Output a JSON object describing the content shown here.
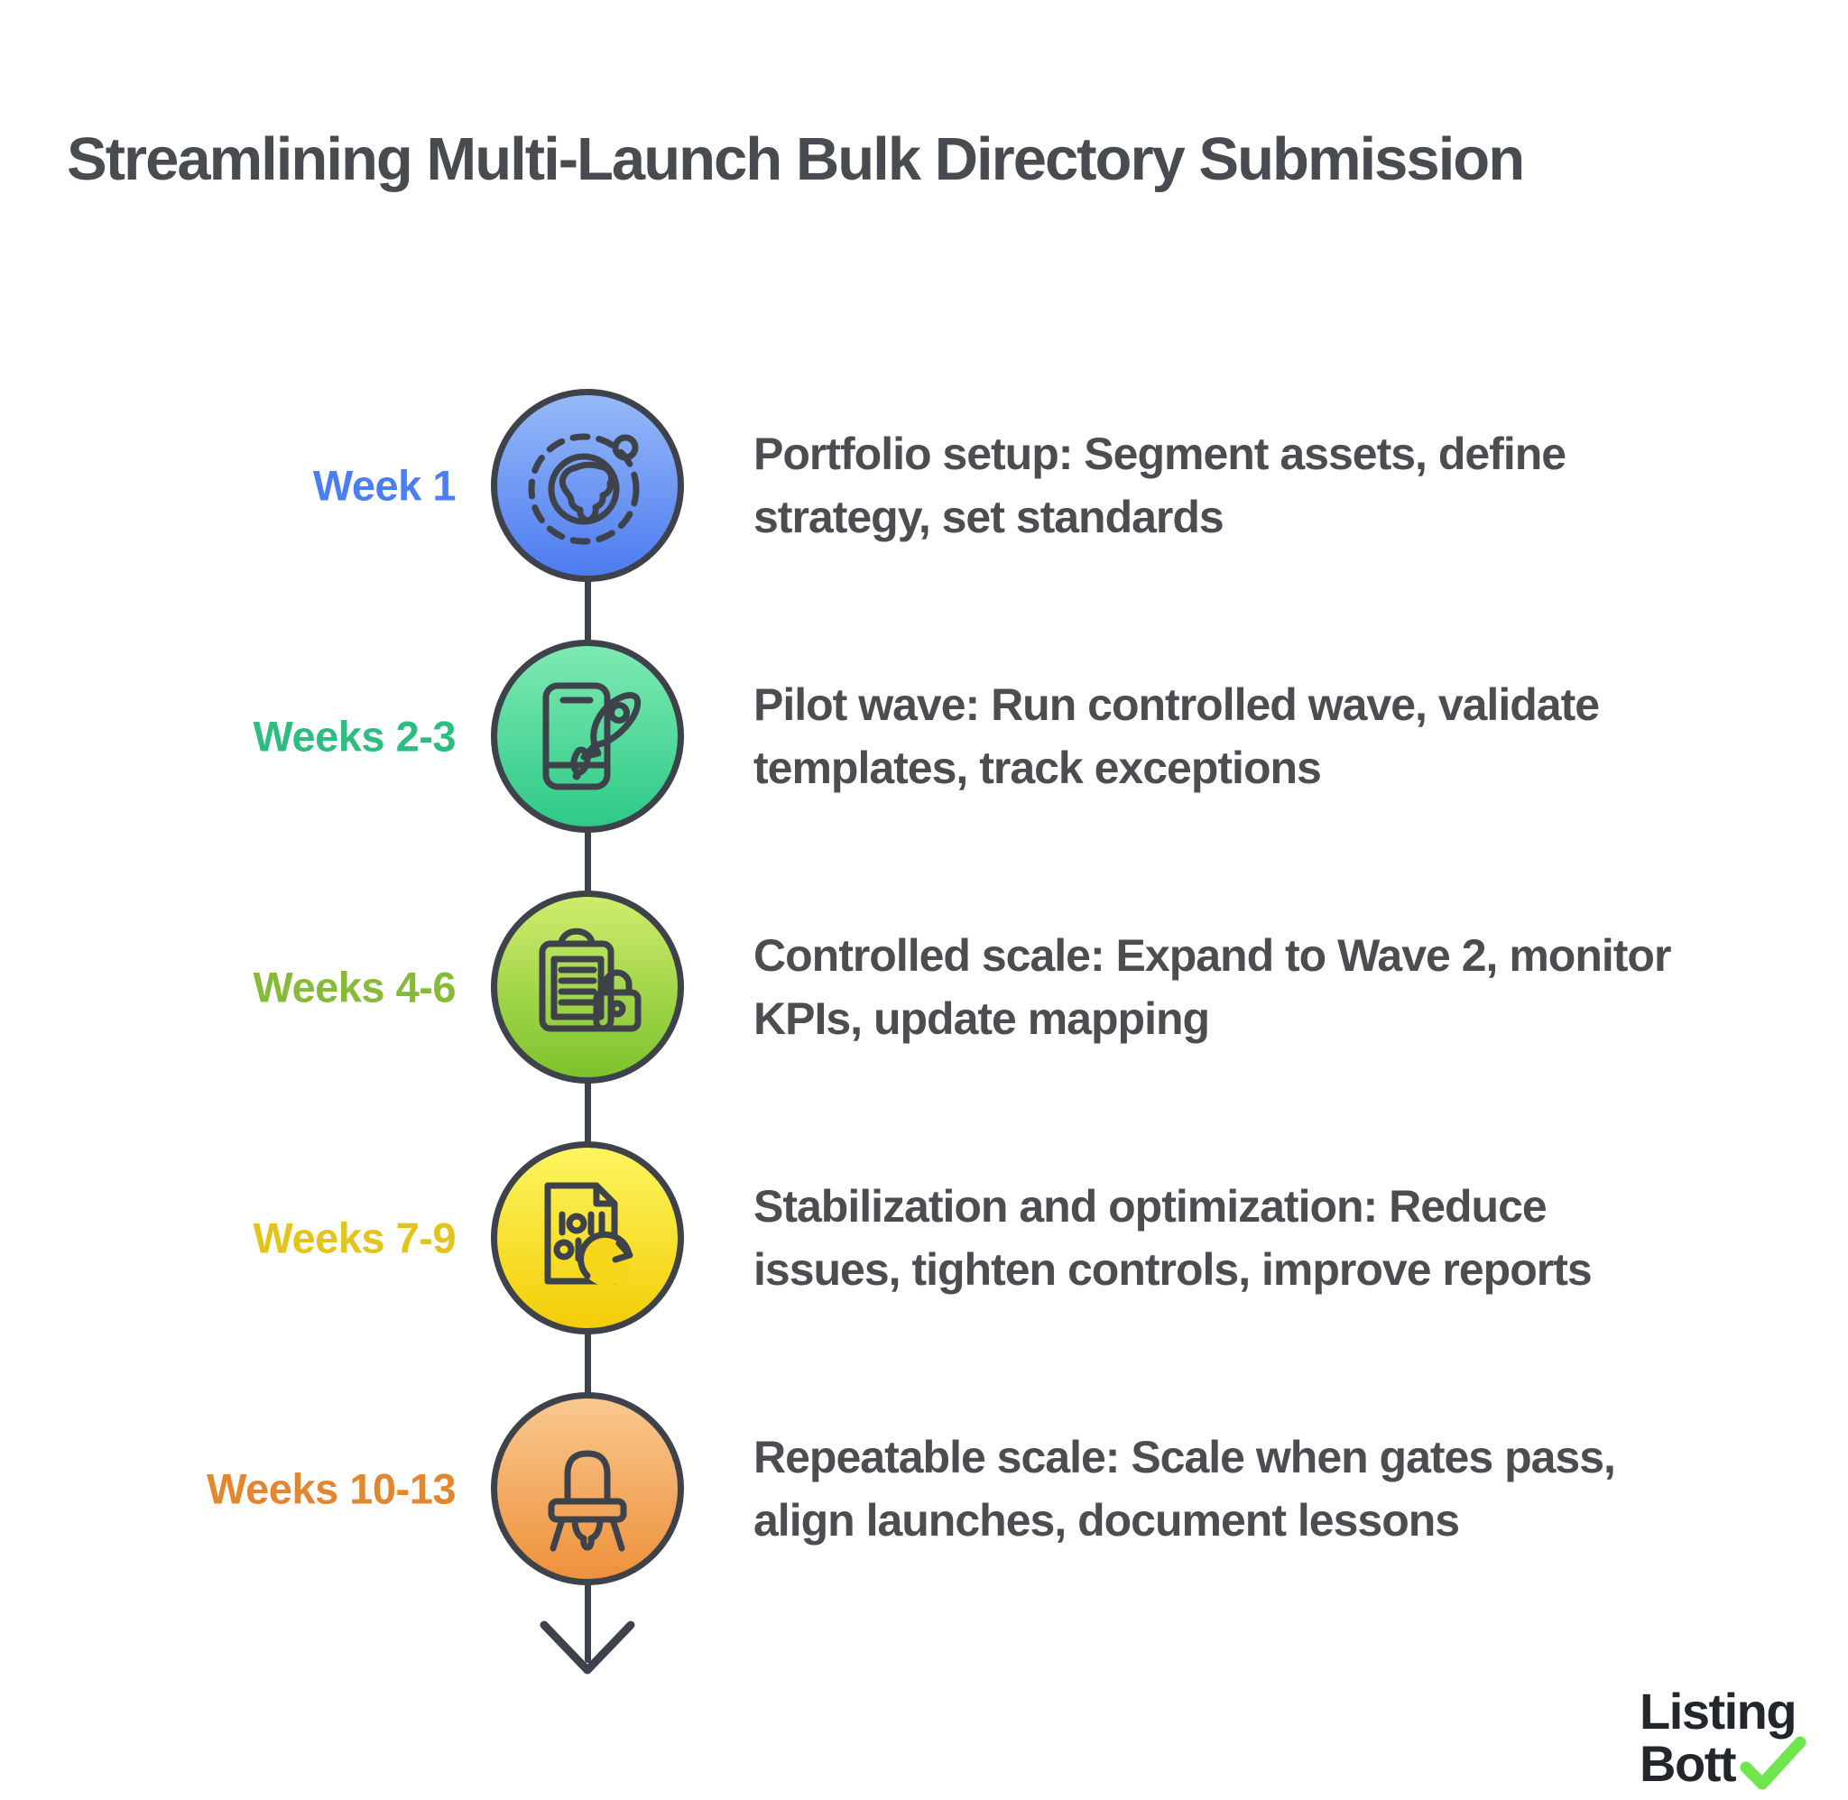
{
  "title": "Streamlining Multi-Launch Bulk Directory Submission",
  "steps": [
    {
      "label": "Week 1",
      "description": "Portfolio setup: Segment assets, define\nstrategy, set standards",
      "icon": "globe-orbit-icon",
      "label_color": "#4b7ef2",
      "circle_top": "#96b9f7",
      "circle_bottom": "#4d7bf0"
    },
    {
      "label": "Weeks 2-3",
      "description": "Pilot wave: Run controlled wave, validate\ntemplates, track exceptions",
      "icon": "phone-rocket-icon",
      "label_color": "#2ebd81",
      "circle_top": "#7eeab2",
      "circle_bottom": "#2ec987"
    },
    {
      "label": "Weeks 4-6",
      "description": "Controlled scale: Expand to Wave 2, monitor\nKPIs, update mapping",
      "icon": "clipboard-lock-icon",
      "label_color": "#88ba3a",
      "circle_top": "#cfec6d",
      "circle_bottom": "#7cc32c"
    },
    {
      "label": "Weeks 7-9",
      "description": "Stabilization and optimization: Reduce\nissues, tighten controls, improve reports",
      "icon": "data-file-refresh-icon",
      "label_color": "#e3c31d",
      "circle_top": "#fdf55f",
      "circle_bottom": "#f3cd06"
    },
    {
      "label": "Weeks 10-13",
      "description": "Repeatable scale: Scale when gates pass,\nalign launches, document lessons",
      "icon": "high-chair-icon",
      "label_color": "#e2862f",
      "circle_top": "#f9c88e",
      "circle_bottom": "#ee913c"
    }
  ],
  "timeline": {
    "stroke_color": "#3e424b",
    "arrow_icon": "arrow-down-icon"
  },
  "footer_logo": {
    "line1": "Listing",
    "line2": "Bott",
    "check_icon": "check-icon",
    "check_color": "#70e64e",
    "text_color": "#23262b"
  }
}
